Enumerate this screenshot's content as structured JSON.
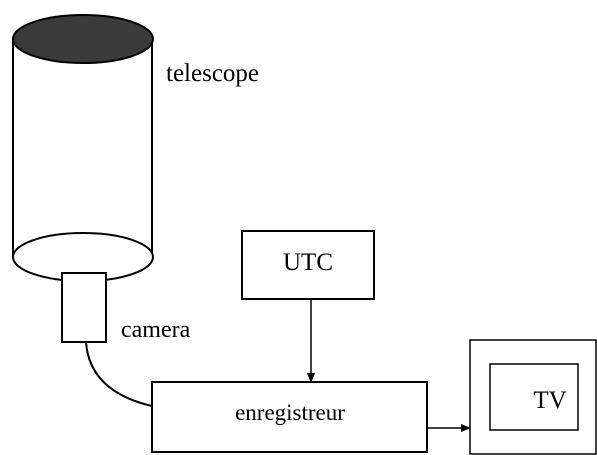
{
  "labels": {
    "telescope": "telescope",
    "camera": "camera",
    "utc": "UTC",
    "recorder": "enregistreur",
    "tv": "TV"
  }
}
